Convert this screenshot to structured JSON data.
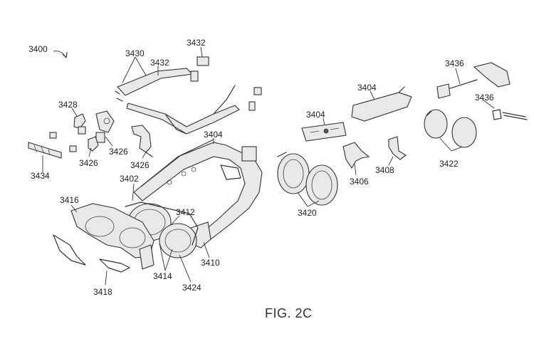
{
  "figure": {
    "caption": "FIG. 2C",
    "labels": {
      "l3400": "3400",
      "l3430": "3430",
      "l3432a": "3432",
      "l3432b": "3432",
      "l3428": "3428",
      "l3426a": "3426",
      "l3426b": "3426",
      "l3426c": "3426",
      "l3434": "3434",
      "l3404a": "3404",
      "l3402": "3402",
      "l3416": "3416",
      "l3412": "3412",
      "l3410": "3410",
      "l3414": "3414",
      "l3424": "3424",
      "l3418": "3418",
      "l3404b": "3404",
      "l3404c": "3404",
      "l3420": "3420",
      "l3406": "3406",
      "l3408": "3408",
      "l3436a": "3436",
      "l3436b": "3436",
      "l3422": "3422"
    }
  }
}
